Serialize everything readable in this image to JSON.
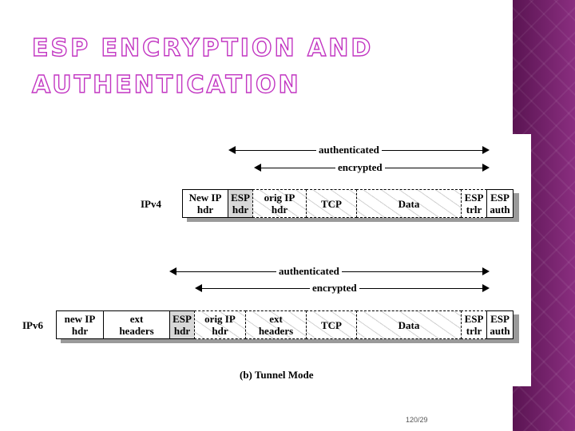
{
  "title": "ESP Encryption and Authentication",
  "colors": {
    "title_outline": "#c236c2",
    "band": "#6b1e63",
    "esp_fill": "#d8d8d8"
  },
  "ipv4": {
    "label": "IPv4",
    "authenticated": "authenticated",
    "encrypted": "encrypted",
    "fields": [
      "New IP\nhdr",
      "ESP\nhdr",
      "orig IP\nhdr",
      "TCP",
      "Data",
      "ESP\ntrlr",
      "ESP\nauth"
    ]
  },
  "ipv6": {
    "label": "IPv6",
    "authenticated": "authenticated",
    "encrypted": "encrypted",
    "fields": [
      "new IP\nhdr",
      "ext\nheaders",
      "ESP\nhdr",
      "orig IP\nhdr",
      "ext\nheaders",
      "TCP",
      "Data",
      "ESP\ntrlr",
      "ESP\nauth"
    ]
  },
  "caption": "(b) Tunnel Mode",
  "page_number": "120/29"
}
